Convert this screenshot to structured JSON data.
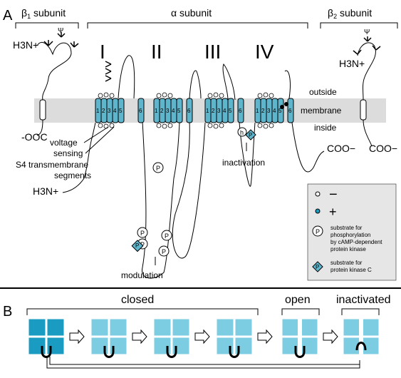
{
  "panel_a": {
    "letter": "A",
    "beta1": {
      "label": "β",
      "sub": "1",
      "rest": " subunit"
    },
    "alpha": {
      "label": "α subunit"
    },
    "beta2": {
      "label": "β",
      "sub": "2",
      "rest": " subunit"
    },
    "domains": [
      "I",
      "II",
      "III",
      "IV"
    ],
    "membrane_labels": {
      "outside": "outside",
      "membrane": "membrane",
      "inside": "inside"
    },
    "segments": [
      "1",
      "2",
      "3",
      "4",
      "5",
      "6"
    ],
    "beta1_n_terminus": "H3N+",
    "beta1_c_terminus": "-OOC",
    "alpha_n_terminus": "H3N+",
    "alpha_c_terminus": "COO−",
    "beta2_n_terminus": "H3N+",
    "beta2_c_terminus": "COO−",
    "glyco_symbol": "Ψ",
    "annotations": {
      "voltage_sensing": [
        "voltage",
        "sensing",
        "S4 transmembrane",
        "segments"
      ],
      "inactivation": "inactivation",
      "modulation": "modulation",
      "h_gate": "h"
    },
    "p_symbol": "P",
    "legend": {
      "minus_label": "−",
      "plus_label": "+",
      "pka_text": [
        "substrate for",
        "phosphorylation",
        "by cAMP-dependent",
        "protein kinase"
      ],
      "pkc_text": [
        "substrate for",
        "protein kinase C"
      ]
    }
  },
  "panel_b": {
    "letter": "B",
    "closed_label": "closed",
    "open_label": "open",
    "inactivated_label": "inactivated"
  },
  "colors": {
    "helix": "#5fb6cc",
    "membrane": "#dcdcdc",
    "channel_dark": "#1a9bc1",
    "channel_light": "#7ccde2",
    "legend_bg": "#e6e6e6"
  }
}
